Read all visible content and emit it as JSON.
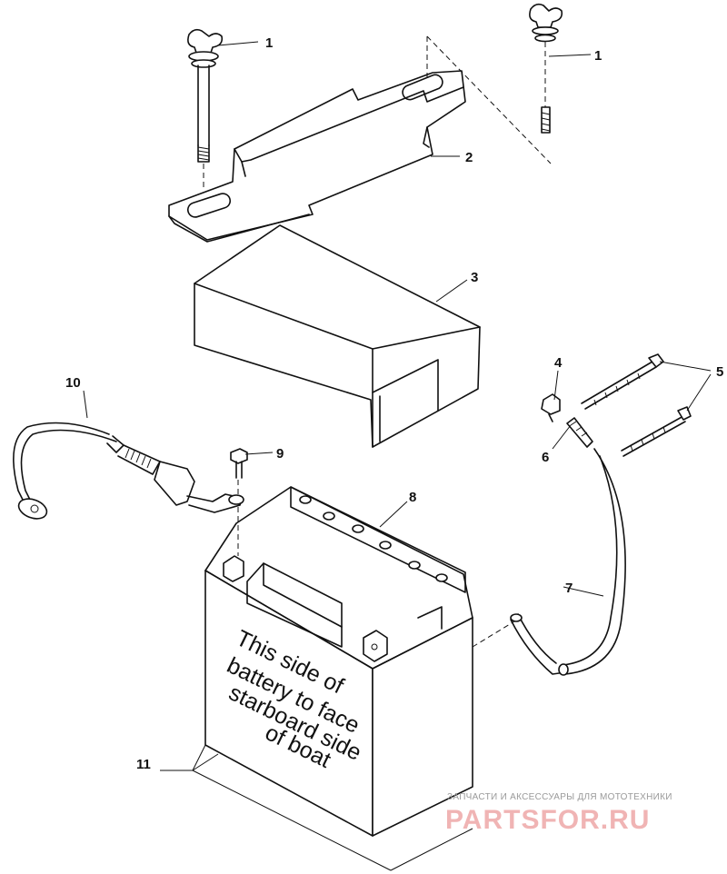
{
  "callouts": [
    {
      "id": "1a",
      "label": "1"
    },
    {
      "id": "1b",
      "label": "1"
    },
    {
      "id": "2",
      "label": "2"
    },
    {
      "id": "3",
      "label": "3"
    },
    {
      "id": "4",
      "label": "4"
    },
    {
      "id": "5",
      "label": "5"
    },
    {
      "id": "6",
      "label": "6"
    },
    {
      "id": "7",
      "label": "7"
    },
    {
      "id": "8",
      "label": "8"
    },
    {
      "id": "9",
      "label": "9"
    },
    {
      "id": "10",
      "label": "10"
    },
    {
      "id": "11",
      "label": "11"
    }
  ],
  "battery_label": {
    "lines": [
      "This side of",
      "battery to face",
      "starboard side",
      "of boat"
    ]
  },
  "watermark": {
    "tagline": "ЗАПЧАСТИ И АКСЕССУАРЫ ДЛЯ МОТОТЕХНИКИ",
    "site": "PARTSFOR.RU",
    "color": "#f0b4b4"
  }
}
